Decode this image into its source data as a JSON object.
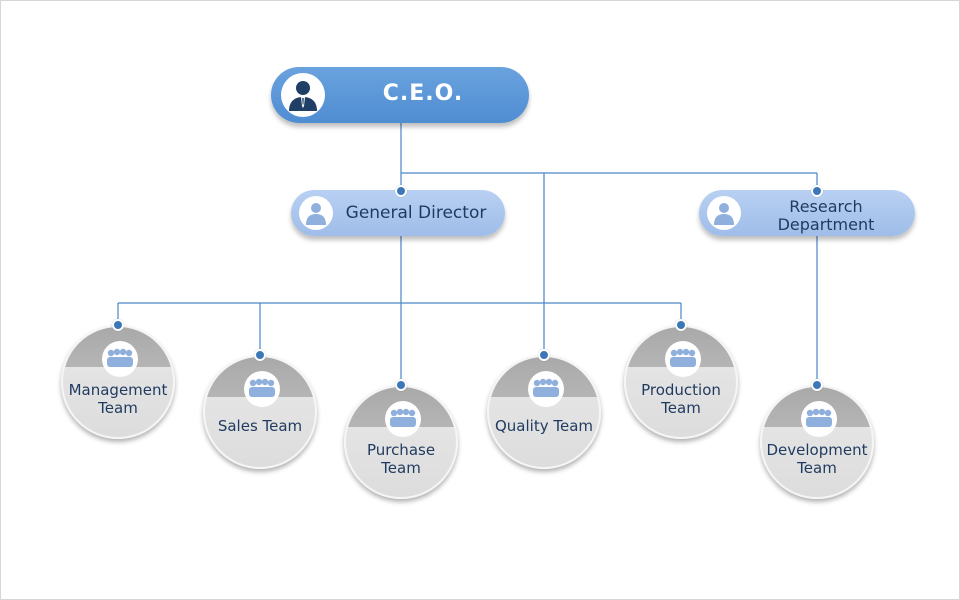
{
  "diagram": {
    "colors": {
      "connector": "#4a86c5",
      "ceo_fill": "#5b97d8",
      "manager_fill": "#aac6ee",
      "team_top": "#b0b0b0",
      "team_bottom": "#e0e0e0",
      "text": "#1f3a5f"
    },
    "ceo": {
      "label": "C.E.O.",
      "icon": "businessman-icon"
    },
    "managers": [
      {
        "id": "gd",
        "label": "General Director",
        "icon": "person-icon"
      },
      {
        "id": "rd",
        "label": "Research\n Department",
        "icon": "person-icon"
      }
    ],
    "teams": [
      {
        "id": "management",
        "label": "Management\nTeam",
        "icon": "group-icon",
        "reports_to": "gd"
      },
      {
        "id": "sales",
        "label": "Sales Team",
        "icon": "group-icon",
        "reports_to": "gd"
      },
      {
        "id": "purchase",
        "label": "Purchase\nTeam",
        "icon": "group-icon",
        "reports_to": "gd"
      },
      {
        "id": "quality",
        "label": "Quality Team",
        "icon": "group-icon",
        "reports_to": "ceo"
      },
      {
        "id": "production",
        "label": "Production\nTeam",
        "icon": "group-icon",
        "reports_to": "gd"
      },
      {
        "id": "development",
        "label": "Development\nTeam",
        "icon": "group-icon",
        "reports_to": "rd"
      }
    ]
  }
}
